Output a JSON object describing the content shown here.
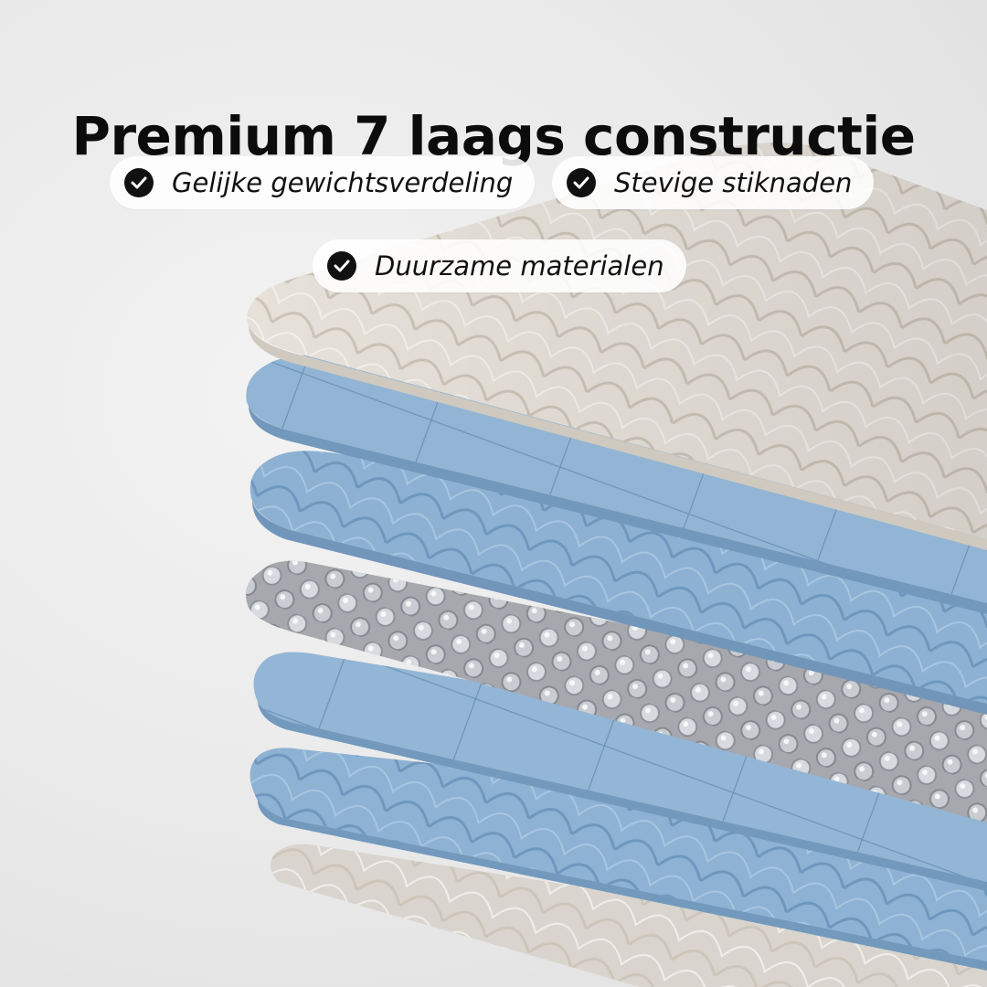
{
  "headline": "Premium 7 laags constructie",
  "features": [
    {
      "label": "Gelijke gewichtsverdeling",
      "icon": "check-circle-icon"
    },
    {
      "label": "Stevige stiknaden",
      "icon": "check-circle-icon"
    },
    {
      "label": "Duurzame materialen",
      "icon": "check-circle-icon"
    }
  ],
  "colors": {
    "cream_layer": "#e6e1d9",
    "blue_layer": "#8fb3d4",
    "gel_layer": "#a7a9ad",
    "bottom_layer": "#d9d5ce",
    "text": "#0c0c0c",
    "check_badge": "#111111"
  },
  "layers": [
    {
      "type": "cream-quilted"
    },
    {
      "type": "blue-grid"
    },
    {
      "type": "blue-quilted"
    },
    {
      "type": "gel-beads"
    },
    {
      "type": "blue-grid"
    },
    {
      "type": "blue-quilted"
    },
    {
      "type": "cream-quilted"
    }
  ]
}
